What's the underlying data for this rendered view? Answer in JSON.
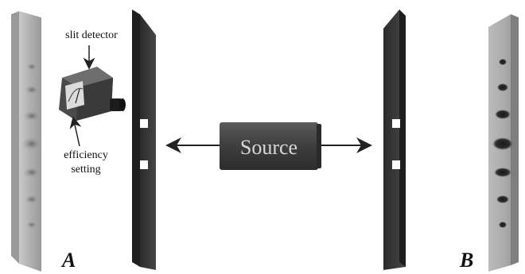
{
  "labels": {
    "slit_detector": "slit detector",
    "efficiency_line1": "efficiency",
    "efficiency_line2": "setting",
    "source": "Source",
    "screen_a": "A",
    "screen_b": "B"
  },
  "colors": {
    "screen_light": "#d4d4d4",
    "screen_dark": "#8c8c8c",
    "barrier_face": "#3c3c3c",
    "barrier_edge": "#1e1e1e",
    "source_box": "#444444",
    "source_text": "#d8d8d8",
    "arrow": "#222222",
    "detector_body": "#5a5a5a"
  },
  "icons": {
    "detector": "slit-detector-icon"
  }
}
